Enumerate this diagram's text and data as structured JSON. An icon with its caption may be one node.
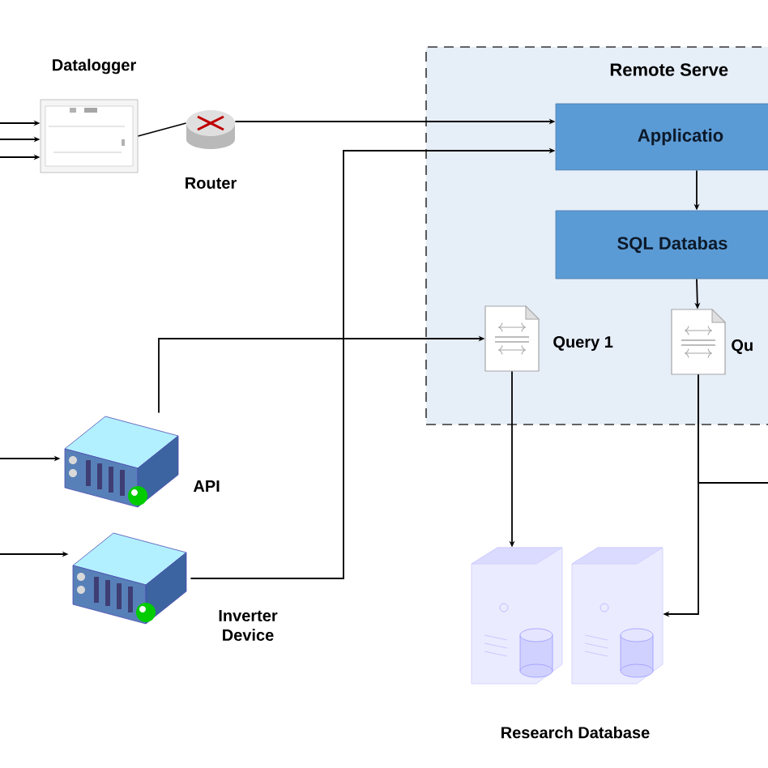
{
  "diagram": {
    "nodes": [
      {
        "text": [
          "Remote Serve"
        ]
      },
      {
        "text": [
          "Applicatio"
        ],
        "in": 0
      },
      {
        "text": [
          "SQL Databas"
        ],
        "in": 0
      },
      {
        "text": [
          "Query 1"
        ],
        "in": 0
      },
      {
        "text": [
          "Qu"
        ],
        "in": 0
      },
      {
        "text": [
          "Datalogger"
        ]
      },
      {
        "text": [
          "Router"
        ]
      },
      {
        "text": [
          "API"
        ]
      },
      {
        "text": [
          "Inverter Device"
        ]
      },
      {
        "text": [
          "Research Database"
        ]
      }
    ],
    "edges": [
      {
        "from": null,
        "to": 5,
        "arrow": "to"
      },
      {
        "from": null,
        "to": 5,
        "arrow": "to"
      },
      {
        "from": null,
        "to": 5,
        "arrow": "to"
      },
      {
        "from": 5,
        "to": 6,
        "arrow": "none"
      },
      {
        "from": 6,
        "to": 1,
        "arrow": "to"
      },
      {
        "from": 8,
        "to": 1,
        "arrow": "to"
      },
      {
        "from": 7,
        "to": 3,
        "arrow": "to"
      },
      {
        "from": null,
        "to": 7,
        "arrow": "to"
      },
      {
        "from": null,
        "to": 8,
        "arrow": "to"
      },
      {
        "from": 1,
        "to": 2,
        "arrow": "to"
      },
      {
        "from": 2,
        "to": 4,
        "arrow": "to"
      },
      {
        "from": 3,
        "to": 9,
        "arrow": "to"
      },
      {
        "from": 4,
        "to": 9,
        "arrow": "to"
      },
      {
        "from": 4,
        "to": null,
        "arrow": "none"
      }
    ]
  }
}
